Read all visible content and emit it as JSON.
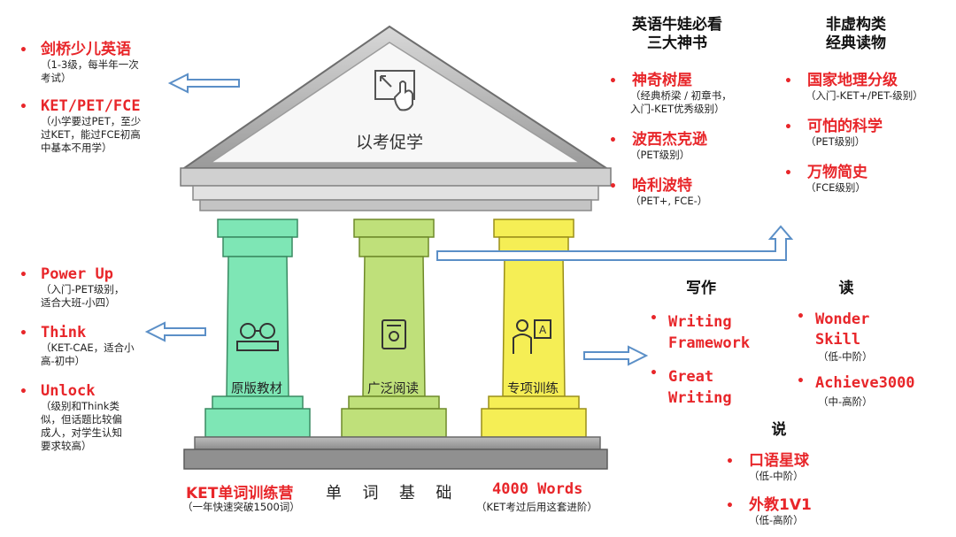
{
  "pediment": {
    "title": "以考促学"
  },
  "columns": [
    {
      "label": "原版教材",
      "icon": "glasses-book-icon",
      "color": "#7ee6b5"
    },
    {
      "label": "广泛阅读",
      "icon": "book-icon",
      "color": "#bfe07a"
    },
    {
      "label": "专项训练",
      "icon": "teacher-icon",
      "color": "#f5ee55"
    }
  ],
  "base": {
    "left_label": "KET单词训练营",
    "left_note": "（一年快速突破1500词）",
    "center_label": "单  词  基  础",
    "right_label": "4000 Words",
    "right_note": "（KET考过后用这套进阶）"
  },
  "left_top": [
    {
      "title": "剑桥少儿英语",
      "note": "（1-3级，每半年一次\n考试）"
    },
    {
      "title": "KET/PET/FCE",
      "note": "（小学要过PET，至少\n过KET，能过FCE初高\n中基本不用学）"
    }
  ],
  "left_bottom": [
    {
      "title": "Power Up",
      "note": "（入门-PET级别，\n适合大班-小四）"
    },
    {
      "title": "Think",
      "note": "（KET-CAE，适合小\n高-初中）"
    },
    {
      "title": "Unlock",
      "note": "（级别和Think类\n似，但话题比较偏\n成人，对学生认知\n要求较高）"
    }
  ],
  "mid_top": {
    "heading": "英语牛娃必看\n三大神书",
    "items": [
      {
        "title": "神奇树屋",
        "note": "（经典桥梁 / 初章书，\n入门-KET优秀级别）"
      },
      {
        "title": "波西杰克逊",
        "note": "（PET级别）"
      },
      {
        "title": "哈利波特",
        "note": "（PET+, FCE-）"
      }
    ]
  },
  "right_top": {
    "heading": "非虚构类\n经典读物",
    "items": [
      {
        "title": "国家地理分级",
        "note": "（入门-KET+/PET-级别）"
      },
      {
        "title": "可怕的科学",
        "note": "（PET级别）"
      },
      {
        "title": "万物简史",
        "note": "（FCE级别）"
      }
    ]
  },
  "writing": {
    "heading": "写作",
    "items": [
      {
        "title": "Writing\nFramework"
      },
      {
        "title": "Great\nWriting"
      }
    ]
  },
  "reading": {
    "heading": "读",
    "items": [
      {
        "title": "Wonder\nSkill",
        "note": "（低-中阶）"
      },
      {
        "title": "Achieve3000",
        "note": "（中-高阶）"
      }
    ]
  },
  "speaking": {
    "heading": "说",
    "items": [
      {
        "title": "口语星球",
        "note": "（低-中阶）"
      },
      {
        "title": "外教1V1",
        "note": "（低-高阶）"
      }
    ]
  }
}
